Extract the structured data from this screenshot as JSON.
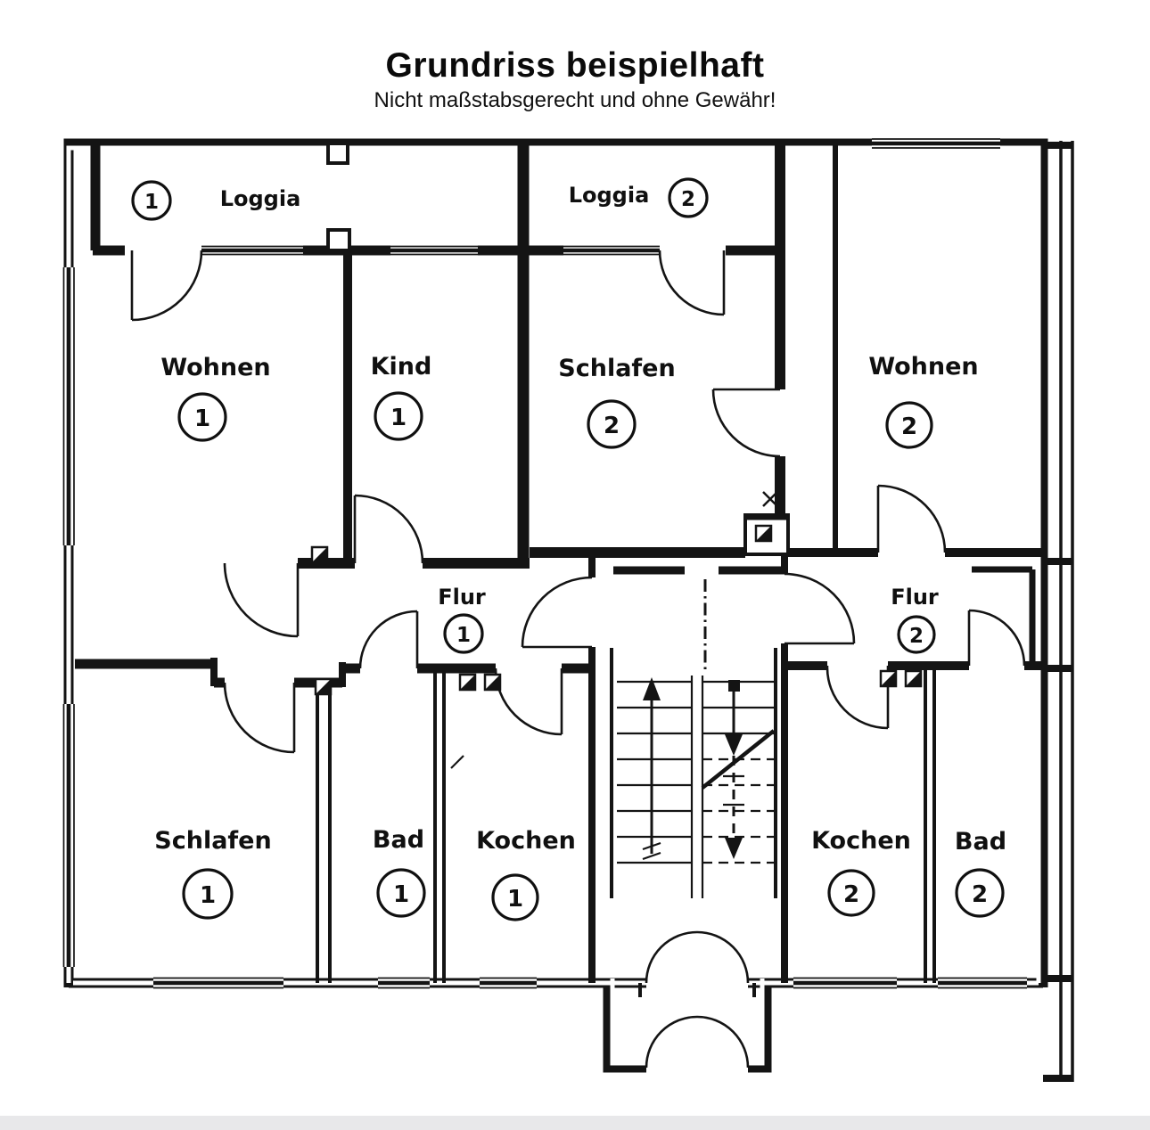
{
  "page": {
    "title": "Grundriss beispielhaft",
    "subtitle": "Nicht maßstabsgerecht und ohne Gewähr!"
  },
  "rooms": {
    "loggia1": {
      "name": "Loggia",
      "number": "1"
    },
    "wohnen1": {
      "name": "Wohnen",
      "number": "1"
    },
    "kind1": {
      "name": "Kind",
      "number": "1"
    },
    "flur1": {
      "name": "Flur",
      "number": "1"
    },
    "schlafen1": {
      "name": "Schlafen",
      "number": "1"
    },
    "bad1": {
      "name": "Bad",
      "number": "1"
    },
    "kochen1": {
      "name": "Kochen",
      "number": "1"
    },
    "loggia2": {
      "name": "Loggia",
      "number": "2"
    },
    "schlafen2": {
      "name": "Schlafen",
      "number": "2"
    },
    "wohnen2": {
      "name": "Wohnen",
      "number": "2"
    },
    "flur2": {
      "name": "Flur",
      "number": "2"
    },
    "kochen2": {
      "name": "Kochen",
      "number": "2"
    },
    "bad2": {
      "name": "Bad",
      "number": "2"
    }
  }
}
